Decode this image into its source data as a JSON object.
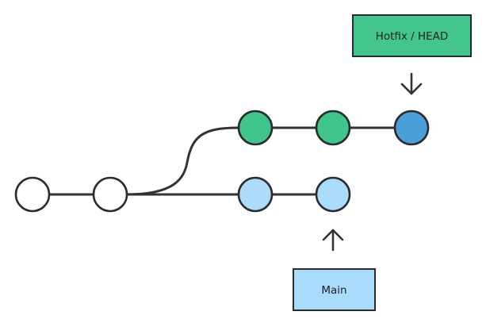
{
  "colors": {
    "background": "#ffffff",
    "line": "#333333",
    "commit_base": "#ffffff",
    "commit_hotfix": "#3ec48c",
    "commit_head": "#4a9fd9",
    "commit_main": "#acdcfb",
    "hotfix_label": "#43c68e",
    "main_label": "#a9dbfc"
  },
  "labels": {
    "hotfix": "Hotfix / HEAD",
    "main": "Main"
  },
  "commits": {
    "base": [
      "commit",
      "commit"
    ],
    "hotfix_branch": [
      "commit",
      "commit",
      "head-commit"
    ],
    "main_branch": [
      "commit",
      "commit"
    ]
  },
  "pointers": {
    "hotfix": "arrow-down-icon",
    "main": "arrow-up-icon"
  }
}
